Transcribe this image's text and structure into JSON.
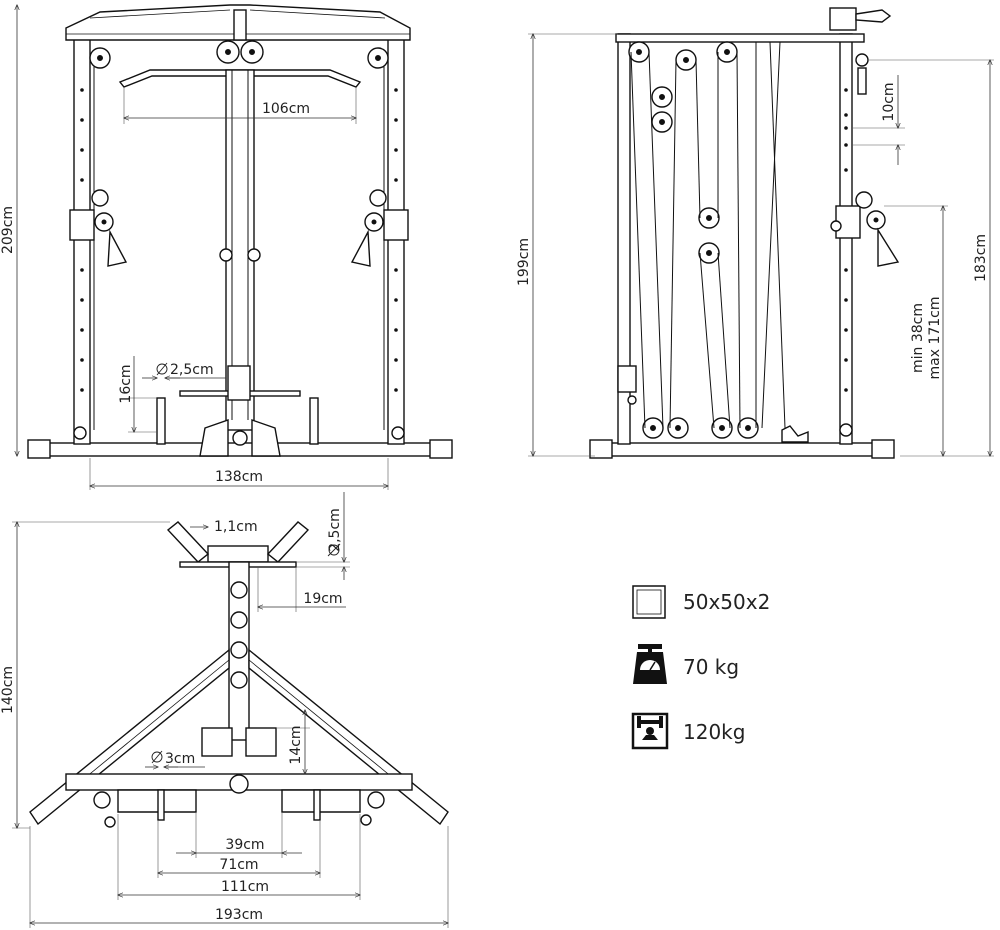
{
  "views": {
    "front": {
      "dimensions": {
        "height": "209cm",
        "width": "138cm",
        "bar_width": "106cm",
        "post_height": "16cm",
        "post_diameter": "2,5cm"
      }
    },
    "side": {
      "dimensions": {
        "height": "199cm",
        "total_height": "183cm",
        "hole_spacing": "10cm",
        "adjust_range": "min 38cm\nmax 171cm",
        "adjust_min": "min 38cm",
        "adjust_max": "max 171cm"
      }
    },
    "top": {
      "dimensions": {
        "depth": "140cm",
        "total_width": "193cm",
        "handle_spacing": "111cm",
        "inner_width": "71cm",
        "center_gap": "39cm",
        "rod_diameter": "3cm",
        "foot_offset": "14cm",
        "peg_thickness": "1,1cm",
        "peg_diameter": "2,5cm",
        "peg_length": "19cm"
      }
    }
  },
  "specs": [
    {
      "icon": "square-tube-icon",
      "label": "50x50x2"
    },
    {
      "icon": "weighing-scale-icon",
      "label": "70 kg"
    },
    {
      "icon": "weight-bench-icon",
      "label": "120kg"
    }
  ]
}
